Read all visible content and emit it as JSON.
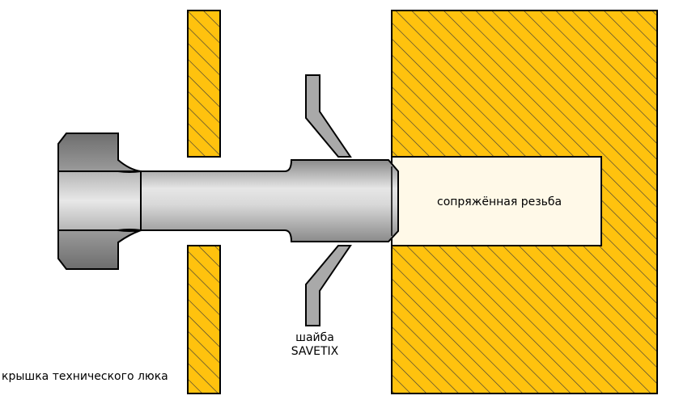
{
  "labels": {
    "mating_thread": "сопряжённая резьба",
    "washer_line1": "шайба",
    "washer_line2": "SAVETIX",
    "hatch_cover": "крышка технического люка"
  },
  "colors": {
    "hatch_fill": "#FFC20E",
    "hatch_line": "#3a3a3a",
    "thread_fill": "#FFF9E8",
    "washer_fill": "#A9A9A9",
    "bolt_light": "#E6E6E6",
    "bolt_dark": "#8A8A8A",
    "outline": "#000000"
  },
  "icons": {
    "bolt": "bolt-icon",
    "washer": "washer-icon"
  }
}
